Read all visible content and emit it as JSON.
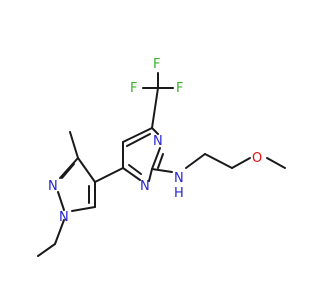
{
  "molecule": {
    "atoms": {
      "F_top": "F",
      "F_left": "F",
      "F_right": "F",
      "N_ring_upper": "N",
      "N_ring_lower": "N",
      "N_amine": "N",
      "H_amine": "H",
      "O_ether": "O",
      "N_pyrazole_1": "N",
      "N_pyrazole_2": "N"
    },
    "colors": {
      "bond": "#1a1a1a",
      "fluorine": "#3cb02a",
      "nitrogen": "#2424d0",
      "oxygen": "#e01010"
    }
  }
}
